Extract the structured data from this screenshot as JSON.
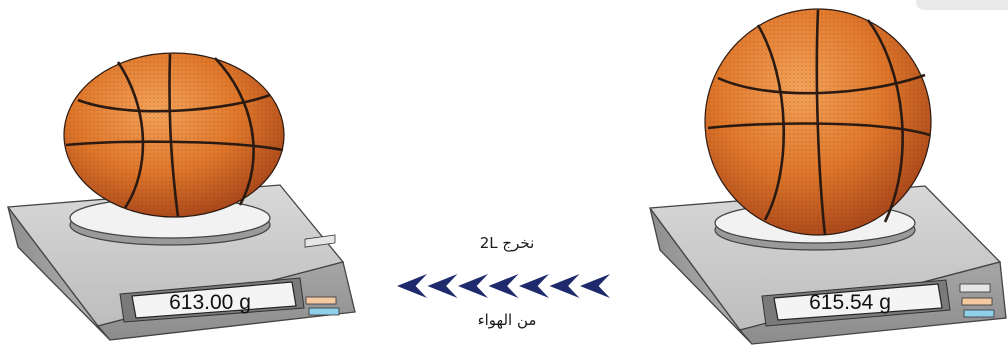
{
  "scales": {
    "left": {
      "reading": "613.00 g"
    },
    "right": {
      "reading": "615.54 g"
    }
  },
  "caption": {
    "top": "نخرج 2L",
    "bottom": "من الهواء"
  },
  "arrows": {
    "count": 7,
    "color": "#1e2a6b"
  },
  "colors": {
    "ball": "#e0782b",
    "ball_dark": "#a8461a",
    "seam": "#2a1a12",
    "scale_body": "#b9b9b9"
  }
}
